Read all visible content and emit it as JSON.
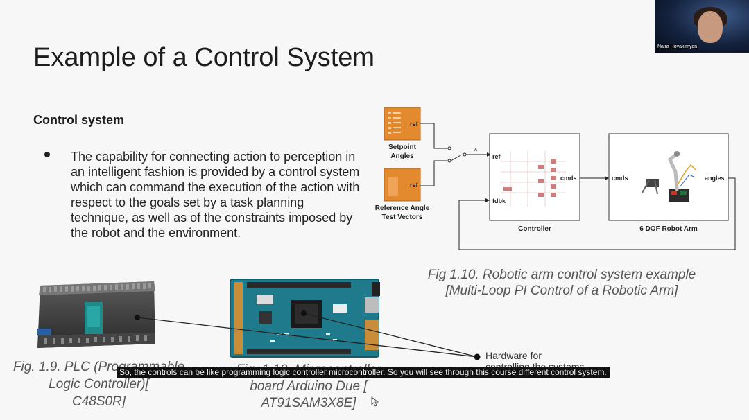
{
  "slide": {
    "title": "Example of a Control System",
    "section_heading": "Control system",
    "bullet": "The capability for connecting action to perception in an intelligent fashion is provided by a control system which can command the execution of the action with respect to the goals set by a task planning technique, as well as of the constraints imposed by the robot and the environment."
  },
  "diagram": {
    "setpoint_port": "ref",
    "setpoint_label_line1": "Setpoint",
    "setpoint_label_line2": "Angles",
    "ref_test_port": "ref",
    "ref_test_label_line1": "Reference Angle",
    "ref_test_label_line2": "Test Vectors",
    "controller_in_ref": "ref",
    "controller_in_fdbk": "fdbk",
    "controller_out": "cmds",
    "controller_label": "Controller",
    "robot_in": "cmds",
    "robot_out": "angles",
    "robot_label": "6 DOF Robot Arm"
  },
  "captions": {
    "robot_line1": "Fig 1.10. Robotic arm  control system example",
    "robot_line2": "[Multi-Loop PI Control of a Robotic Arm]",
    "plc_line1": "Fig. 1.9. PLC (Programmable",
    "plc_line2": "Logic Controller)[",
    "plc_line3": "C48S0R]",
    "arduino_line1": "Fig. 1.10. Microcontroller",
    "arduino_line2": "board Arduino Due [",
    "arduino_line3": "AT91SAM3X8E]",
    "hardware_line1": "Hardware for",
    "hardware_line2": "controlling the systems"
  },
  "video": {
    "participant_name": "Naira Hovakimyan"
  },
  "subtitle": "So, the controls can be like programming logic controller microcontroller. So you will see through this course different control system."
}
